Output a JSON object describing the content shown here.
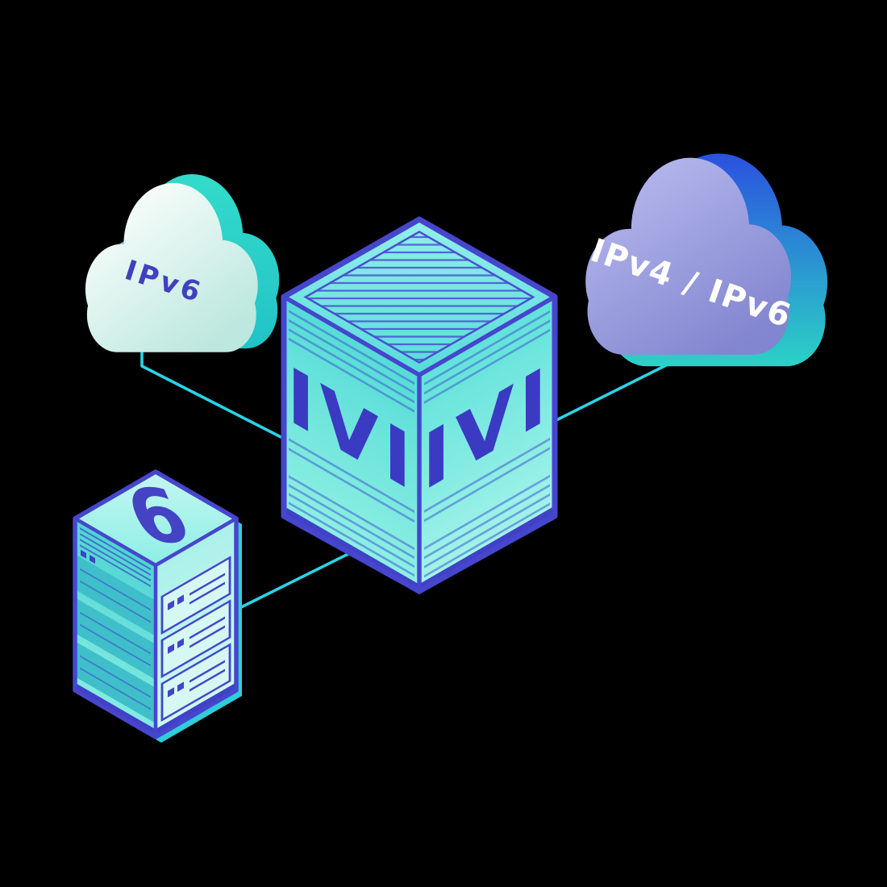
{
  "background": "#000000",
  "colors": {
    "connection_line": "#29d3e7",
    "edge_indigo": "#4646cd",
    "ivi_label": "#3a3ac2",
    "ipv6_label": "#4140bf",
    "ipv4_ipv6_label": "#ffffff",
    "teal_accent": "#2dd8c6"
  },
  "nodes": {
    "ipv6_cloud": {
      "label": "IPv6"
    },
    "ipv4_ipv6_cloud": {
      "label": "IPv4 / IPv6"
    },
    "ivi_translator": {
      "left_face_label": "IVI",
      "right_face_label": "IVI"
    },
    "ipv6_server": {
      "label": "6"
    }
  }
}
